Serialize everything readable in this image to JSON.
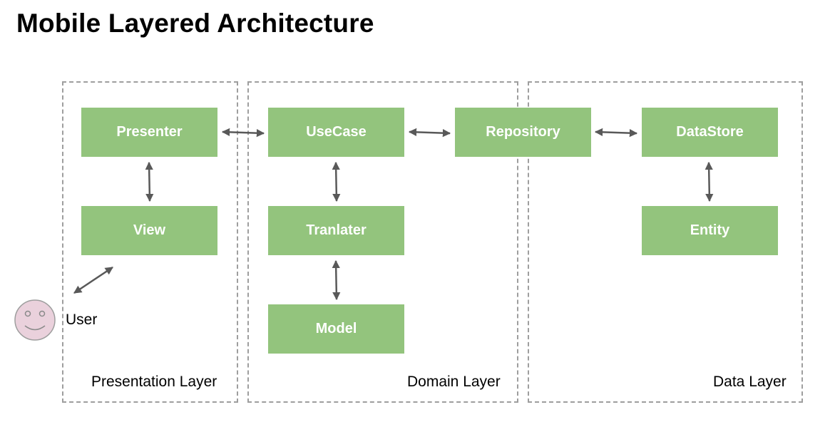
{
  "title": "Mobile Layered Architecture",
  "layers": {
    "presentation": "Presentation Layer",
    "domain": "Domain Layer",
    "data": "Data Layer"
  },
  "nodes": {
    "presenter": "Presenter",
    "view": "View",
    "usecase": "UseCase",
    "translater": "Tranlater",
    "model": "Model",
    "repository": "Repository",
    "datastore": "DataStore",
    "entity": "Entity"
  },
  "user": {
    "label": "User",
    "icon": "smiley-face-icon"
  },
  "colors": {
    "node_fill": "#93c47d",
    "node_text": "#ffffff",
    "arrow": "#595959",
    "user_fill": "#ead1dc"
  }
}
